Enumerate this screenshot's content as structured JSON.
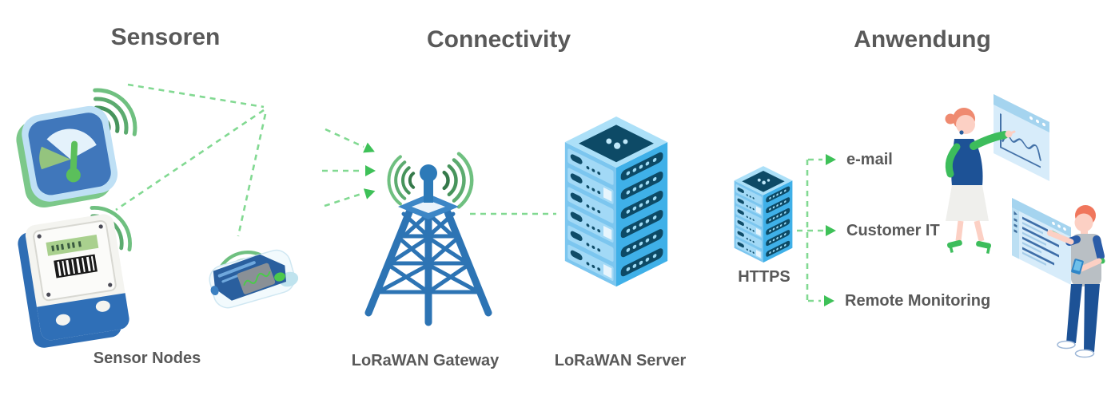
{
  "page": {
    "background": "#ffffff"
  },
  "sections": {
    "sensors": {
      "title": "Sensoren",
      "nodes_label": "Sensor Nodes"
    },
    "connectivity": {
      "title": "Connectivity",
      "gateway_label": "LoRaWAN Gateway",
      "server_label": "LoRaWAN Server"
    },
    "application": {
      "title": "Anwendung",
      "protocol_label": "HTTPS",
      "outputs": [
        {
          "label": "e-mail"
        },
        {
          "label": "Customer IT"
        },
        {
          "label": "Remote Monitoring"
        }
      ]
    }
  },
  "colors": {
    "text_gray": "#595959",
    "dash_green": "#82d992",
    "arrow_green": "#3ec158",
    "wifi_green_dark": "#35794a",
    "wifi_green_light": "#6fc080",
    "tower_blue": "#2d74b4",
    "server_face_light": "#7cc6ef",
    "server_face_mid": "#3fb0e8",
    "server_panel_dark": "#0d4a66",
    "gauge_face_blue": "#4077bb",
    "accent_green": "#3dbd5c",
    "window_fill": "#d7ecfa",
    "window_bar": "#a5d4ef"
  },
  "icons": {
    "gauge_sensor": "gauge-sensor-icon",
    "meter_sensor": "utility-meter-icon",
    "handheld_sensor": "handheld-device-icon",
    "wifi": "wifi-signal-icon",
    "gateway": "radio-tower-icon",
    "server": "server-rack-icon",
    "arrowhead": "arrowhead-icon",
    "chart_screen": "chart-window-icon",
    "list_screen": "list-window-icon",
    "woman": "woman-illustration",
    "man": "man-illustration"
  }
}
